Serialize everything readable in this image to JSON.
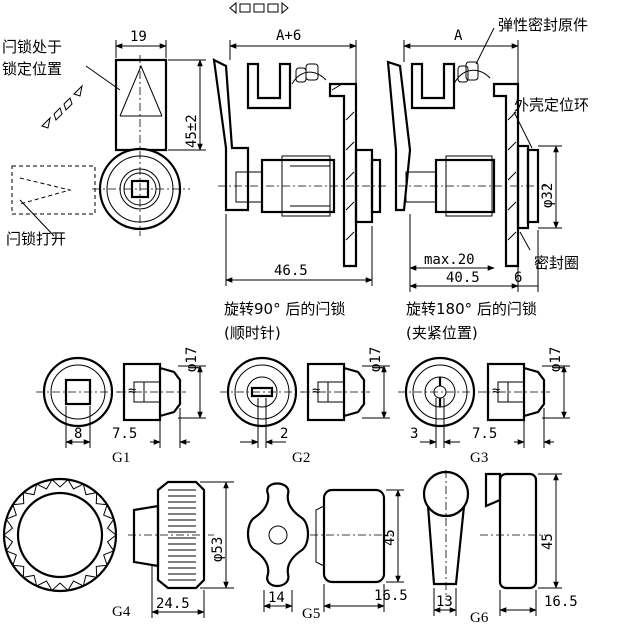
{
  "labels": {
    "latch_locked": "闩锁处于锁定位置",
    "latch_open": "闩锁打开",
    "seal_element": "弹性密封原件",
    "housing_ring": "外壳定位环",
    "seal_ring": "密封圈",
    "rot90_line1": "旋转90° 后的闩锁",
    "rot90_line2": "(顺时针)",
    "rot180_line1": "旋转180° 后的闩锁",
    "rot180_line2": "(夹紧位置)"
  },
  "dimensions": {
    "top_width": "19",
    "height_45": "45±2",
    "a_plus_6": "A+6",
    "a": "A",
    "len_465": "46.5",
    "max20": "max.20",
    "len_405": "40.5",
    "len_6": "6",
    "dia32": "φ32",
    "g1_dia": "φ17",
    "g1_8": "8",
    "g1_75": "7.5",
    "g2_dia": "φ17",
    "g2_2": "2",
    "g3_dia": "φ17",
    "g3_3": "3",
    "g3_75": "7.5",
    "g4_dia": "φ53",
    "g4_245": "24.5",
    "g5_14": "14",
    "g5_45": "45",
    "g5_165": "16.5",
    "g6_13": "13",
    "g6_45": "45",
    "g6_165": "16.5"
  },
  "variants": {
    "g1": "G1",
    "g2": "G2",
    "g3": "G3",
    "g4": "G4",
    "g5": "G5",
    "g6": "G6"
  }
}
